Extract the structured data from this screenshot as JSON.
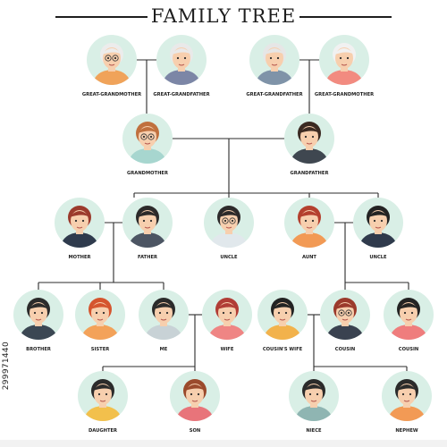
{
  "title": "FAMILY TREE",
  "stock_id": "299971440",
  "colors": {
    "circle": "#d9efe6",
    "line": "#2b2b2b",
    "skin": "#f7cfae",
    "label": "#1e1e1e"
  },
  "members": [
    {
      "id": "ggm1",
      "label": "GREAT-GRANDMOTHER",
      "hair": "#ececec",
      "shirt": "#f0a35a",
      "glasses": true
    },
    {
      "id": "ggf1",
      "label": "GREAT-GRANDFATHER",
      "hair": "#e9e9e9",
      "shirt": "#7c86a6",
      "glasses": false
    },
    {
      "id": "ggf2",
      "label": "GREAT-GRANDFATHER",
      "hair": "#e6e6e6",
      "shirt": "#7f93a8",
      "glasses": false
    },
    {
      "id": "ggm2",
      "label": "GREAT-GRANDMOTHER",
      "hair": "#f1f1f1",
      "shirt": "#f28b80",
      "glasses": false
    },
    {
      "id": "gm",
      "label": "GRANDMOTHER",
      "hair": "#c0703e",
      "shirt": "#a7d6cf",
      "glasses": true
    },
    {
      "id": "gf",
      "label": "GRANDFATHER",
      "hair": "#3b2a22",
      "shirt": "#3f4750",
      "glasses": false
    },
    {
      "id": "mother",
      "label": "MOTHER",
      "hair": "#9b3a2c",
      "shirt": "#2f3b4d",
      "glasses": false
    },
    {
      "id": "father",
      "label": "FATHER",
      "hair": "#2c2a2a",
      "shirt": "#4c5563",
      "glasses": false
    },
    {
      "id": "uncle1",
      "label": "UNCLE",
      "hair": "#2c2a2a",
      "shirt": "#e1e8ec",
      "glasses": true
    },
    {
      "id": "aunt",
      "label": "AUNT",
      "hair": "#b4402e",
      "shirt": "#f29a55",
      "glasses": false
    },
    {
      "id": "uncle2",
      "label": "UNCLE",
      "hair": "#232323",
      "shirt": "#2f3a4c",
      "glasses": false
    },
    {
      "id": "brother",
      "label": "BROTHER",
      "hair": "#2b2b2b",
      "shirt": "#3b4753",
      "glasses": false
    },
    {
      "id": "sister",
      "label": "SISTER",
      "hair": "#d5552e",
      "shirt": "#f3a25a",
      "glasses": false
    },
    {
      "id": "me",
      "label": "ME",
      "hair": "#2b2b2b",
      "shirt": "#c8d2d6",
      "glasses": false
    },
    {
      "id": "wife",
      "label": "WIFE",
      "hair": "#b13d36",
      "shirt": "#ef8584",
      "glasses": false
    },
    {
      "id": "cousins-wife",
      "label": "COUSIN'S WIFE",
      "hair": "#232323",
      "shirt": "#f2b24c",
      "glasses": false
    },
    {
      "id": "cousin1",
      "label": "COUSIN",
      "hair": "#9b3a2c",
      "shirt": "#3a4250",
      "glasses": true
    },
    {
      "id": "cousin2",
      "label": "COUSIN",
      "hair": "#232323",
      "shirt": "#ef7d7d",
      "glasses": false
    },
    {
      "id": "daughter",
      "label": "DAUGHTER",
      "hair": "#2b2b2b",
      "shirt": "#f2c04c",
      "glasses": false
    },
    {
      "id": "son",
      "label": "SON",
      "hair": "#9b4a2c",
      "shirt": "#e8747a",
      "glasses": false
    },
    {
      "id": "niece",
      "label": "NIECE",
      "hair": "#2b2b2b",
      "shirt": "#8fb5b2",
      "glasses": false
    },
    {
      "id": "nephew",
      "label": "NEPHEW",
      "hair": "#2b2b2b",
      "shirt": "#f29a55",
      "glasses": false
    }
  ]
}
